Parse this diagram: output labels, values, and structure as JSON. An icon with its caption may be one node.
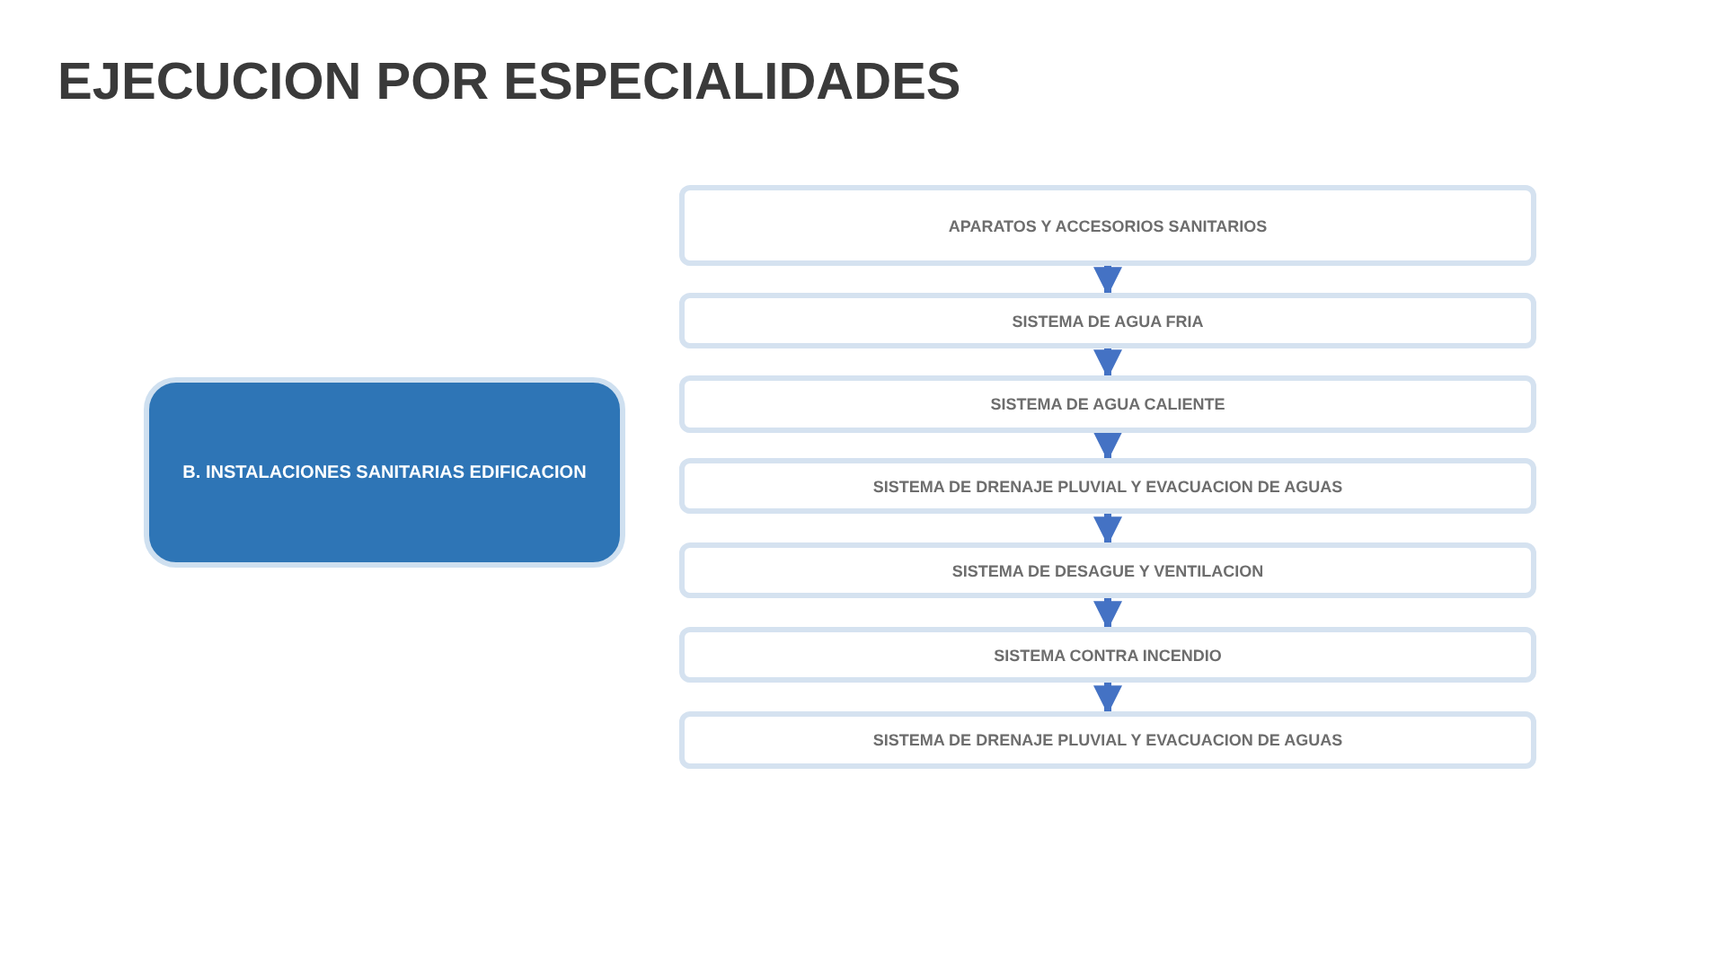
{
  "diagram": {
    "title": "EJECUCION POR ESPECIALIDADES",
    "nodes": [
      {
        "text": [
          "B. INSTALACIONES SANITARIAS EDIFICACION"
        ]
      },
      {
        "text": [
          "APARATOS Y ACCESORIOS SANITARIOS"
        ]
      },
      {
        "text": [
          "SISTEMA DE AGUA FRIA"
        ]
      },
      {
        "text": [
          "SISTEMA DE AGUA CALIENTE"
        ]
      },
      {
        "text": [
          "SISTEMA DE DRENAJE PLUVIAL Y EVACUACION DE AGUAS"
        ]
      },
      {
        "text": [
          "SISTEMA DE DESAGUE Y VENTILACION"
        ]
      },
      {
        "text": [
          "SISTEMA CONTRA INCENDIO"
        ]
      },
      {
        "text": [
          "SISTEMA DE DRENAJE PLUVIAL Y EVACUACION DE AGUAS"
        ]
      }
    ],
    "edges": [
      {
        "from": 1,
        "to": 2,
        "arrow": "to"
      },
      {
        "from": 2,
        "to": 3,
        "arrow": "to"
      },
      {
        "from": 3,
        "to": 4,
        "arrow": "to"
      },
      {
        "from": 4,
        "to": 5,
        "arrow": "to"
      },
      {
        "from": 5,
        "to": 6,
        "arrow": "to"
      },
      {
        "from": 6,
        "to": 7,
        "arrow": "to"
      }
    ]
  }
}
